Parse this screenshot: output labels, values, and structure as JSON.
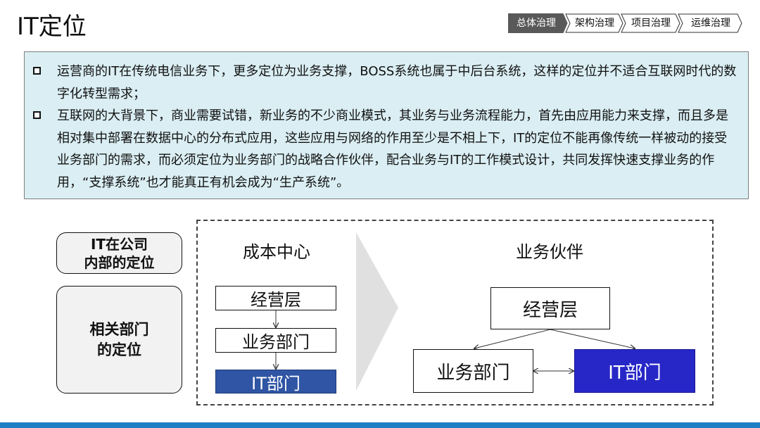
{
  "page": {
    "title": "IT定位",
    "breadcrumb": [
      "总体治理",
      "架构治理",
      "项目治理",
      "运维治理"
    ],
    "active_breadcrumb": "总体治理"
  },
  "text_box": {
    "bullets": [
      "运营商的IT在传统电信业务下，更多定位为业务支撑，BOSS系统也属于中后台系统，这样的定位并不适合互联网时代的数字化转型需求；",
      "互联网的大背景下，商业需要试错，新业务的不少商业模式，其业务与业务流程能力，首先由应用能力来支撑，而且多是相对集中部署在数据中心的分布式应用，这些应用与网络的作用至少是不相上下，IT的定位不能再像传统一样被动的接受业务部门的需求，而必须定位为业务部门的战略合作伙伴，配合业务与IT的工作模式设计，共同发挥快速支撑业务的作用，“支撑系统”也才能真正有机会成为“生产系统”。"
    ]
  },
  "diagram": {
    "side_labels": {
      "top": "IT在公司\n内部的定位",
      "bottom": "相关部门\n的定位"
    },
    "left": {
      "heading": "成本中心",
      "nodes": [
        "经营层",
        "业务部门",
        "IT部门"
      ]
    },
    "right": {
      "heading": "业务伙伴",
      "top_node": "经营层",
      "left_node": "业务部门",
      "right_node": "IT部门"
    }
  },
  "colors": {
    "accent_blue": "#1f7fc4",
    "textbox_bg": "#daeef3",
    "breadcrumb_active": "#595959",
    "it_small": "#2f55a4",
    "it_big": "#2727c8",
    "chevron": "#e0e0e0"
  }
}
